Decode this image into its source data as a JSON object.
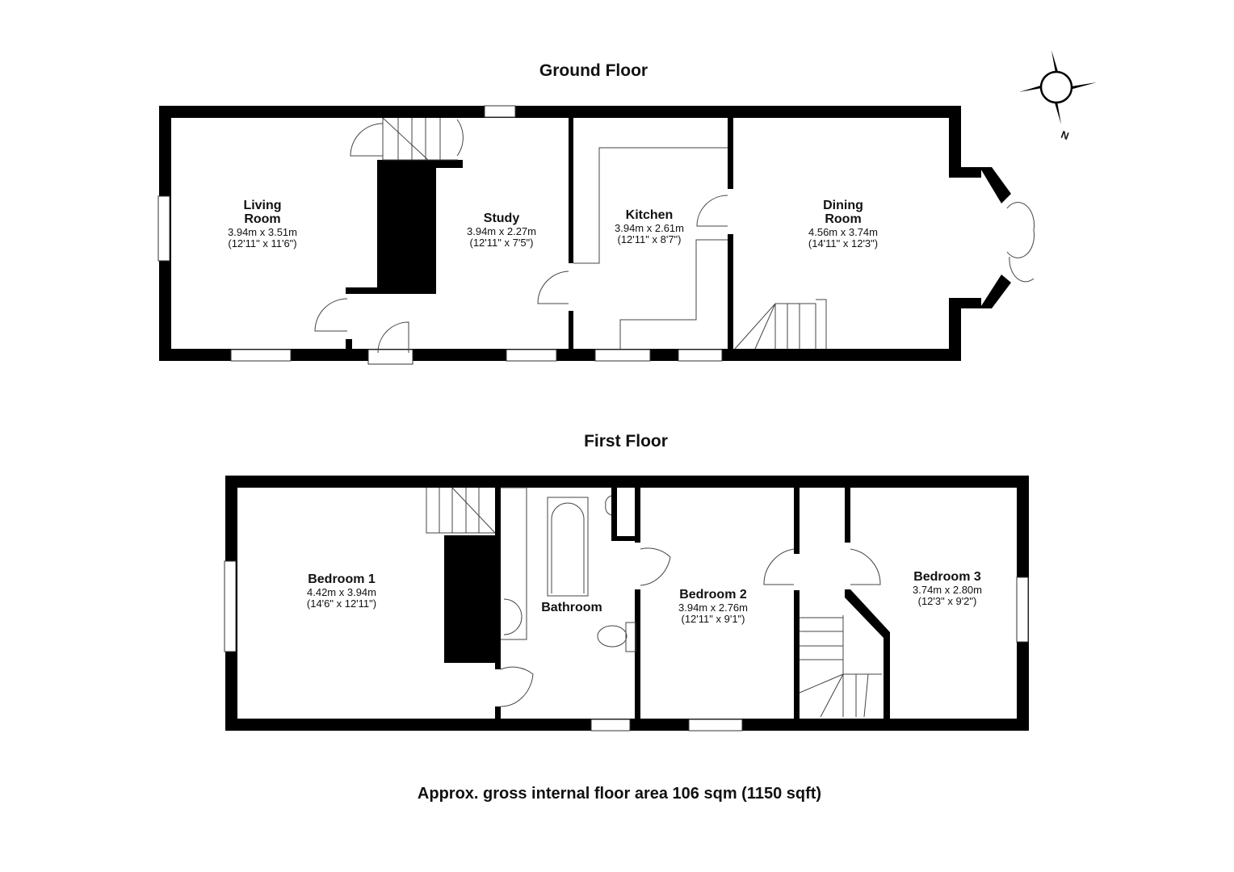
{
  "ground_floor": {
    "title": "Ground Floor",
    "rooms": [
      {
        "name": "Living",
        "name2": "Room",
        "metric": "3.94m x 3.51m",
        "imperial": "(12'11\" x 11'6\")"
      },
      {
        "name": "Study",
        "metric": "3.94m x 2.27m",
        "imperial": "(12'11\" x 7'5\")"
      },
      {
        "name": "Kitchen",
        "metric": "3.94m x 2.61m",
        "imperial": "(12'11\" x 8'7\")"
      },
      {
        "name": "Dining",
        "name2": "Room",
        "metric": "4.56m x 3.74m",
        "imperial": "(14'11\" x 12'3\")"
      }
    ]
  },
  "first_floor": {
    "title": "First Floor",
    "rooms": [
      {
        "name": "Bedroom 1",
        "metric": "4.42m x 3.94m",
        "imperial": "(14'6\" x 12'11\")"
      },
      {
        "name": "Bathroom"
      },
      {
        "name": "Bedroom 2",
        "metric": "3.94m x 2.76m",
        "imperial": "(12'11\" x 9'1\")"
      },
      {
        "name": "Bedroom 3",
        "metric": "3.74m x 2.80m",
        "imperial": "(12'3\" x 9'2\")"
      }
    ]
  },
  "compass": {
    "icon": "compass-rose-icon",
    "label": "N"
  },
  "footer": {
    "area_text": "Approx. gross internal floor area 106 sqm (1150 sqft)"
  },
  "colors": {
    "wall": "#000000",
    "background": "#ffffff",
    "fixture_line": "#555555"
  }
}
